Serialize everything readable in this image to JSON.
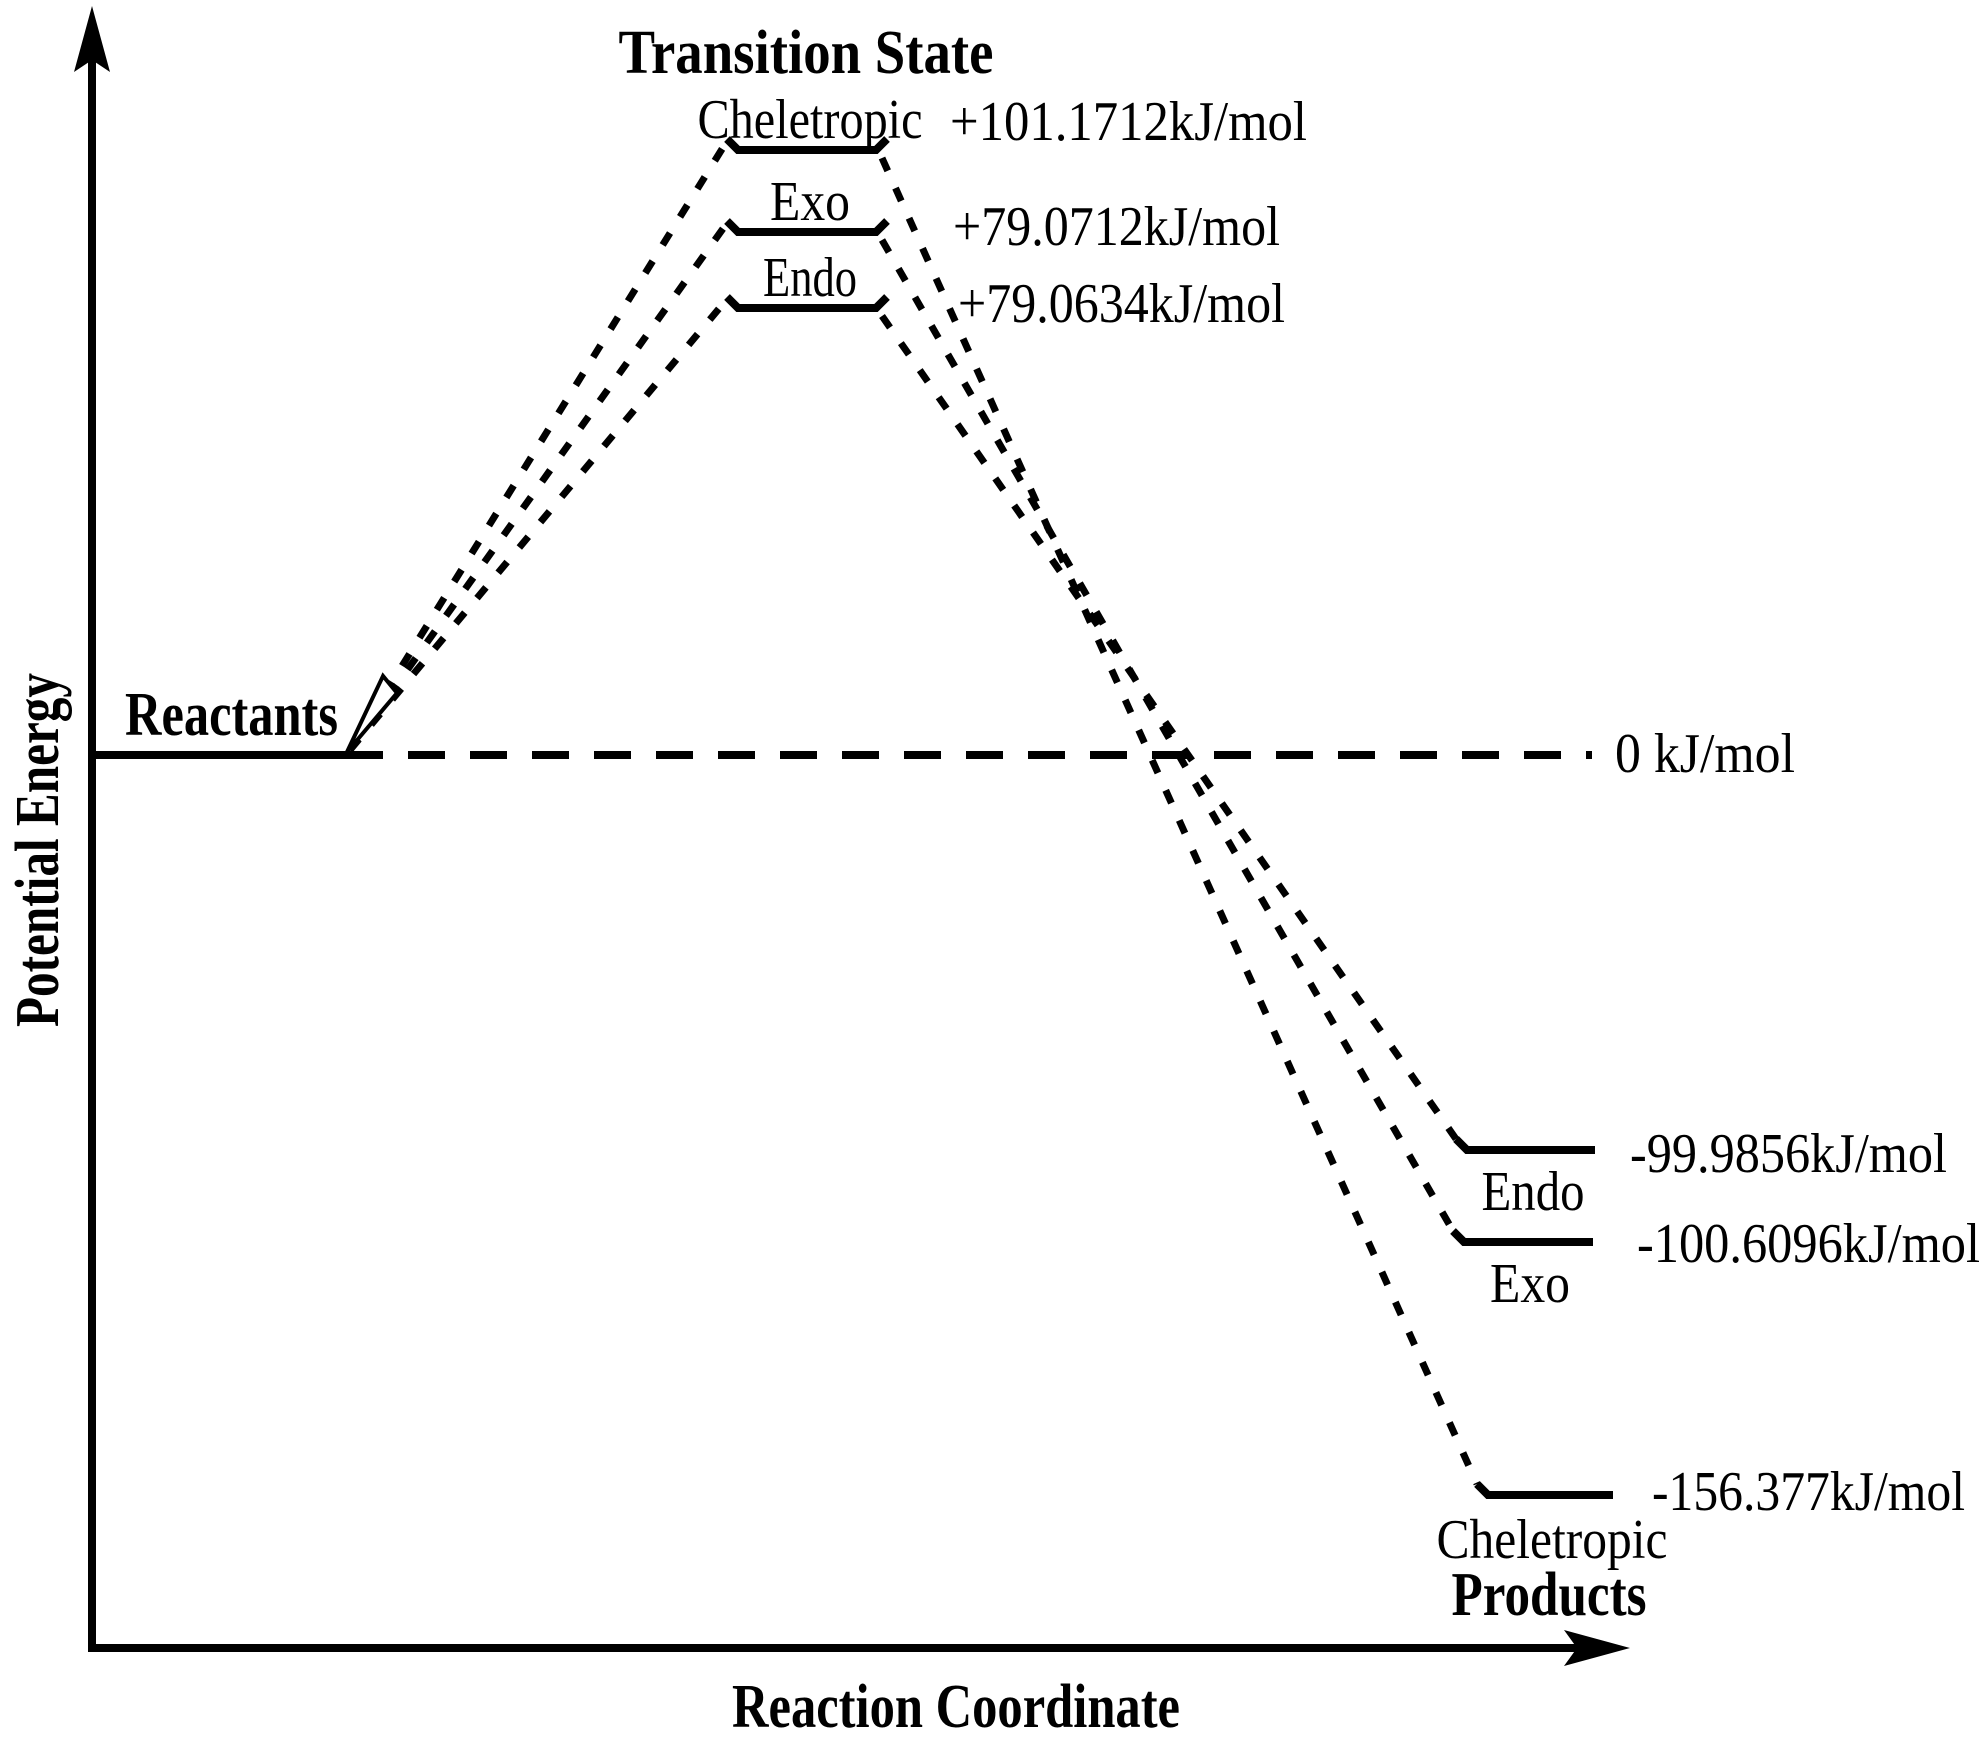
{
  "colors": {
    "ink": "#000000",
    "background": "#ffffff"
  },
  "labels": {
    "transition_state_heading": "Transition State",
    "reactants": "Reactants",
    "products": "Products",
    "zero_reference": "0 kJ/mol",
    "x_axis": "Reaction Coordinate",
    "y_axis": "Potential Energy",
    "transition_states": [
      {
        "name": "Cheletropic",
        "energy": "+101.1712kJ/mol"
      },
      {
        "name": "Exo",
        "energy": "+79.0712kJ/mol"
      },
      {
        "name": "Endo",
        "energy": "+79.0634kJ/mol"
      }
    ],
    "products_levels": [
      {
        "name": "Endo",
        "energy": "-99.9856kJ/mol"
      },
      {
        "name": "Exo",
        "energy": "-100.6096kJ/mol"
      },
      {
        "name": "Cheletropic",
        "energy": "-156.377kJ/mol"
      }
    ]
  },
  "chart_data": {
    "type": "line",
    "title": "",
    "xlabel": "Reaction Coordinate",
    "ylabel": "Potential Energy",
    "x_stages": [
      "Reactants",
      "Transition State",
      "Products"
    ],
    "reference_level_kj_mol": 0,
    "reference_label": "0 kJ/mol",
    "grid": false,
    "line_style": "dashed",
    "to_scale": false,
    "series": [
      {
        "name": "Cheletropic",
        "values_kj_mol": [
          0,
          101.1712,
          -156.377
        ]
      },
      {
        "name": "Exo",
        "values_kj_mol": [
          0,
          79.0712,
          -100.6096
        ]
      },
      {
        "name": "Endo",
        "values_kj_mol": [
          0,
          79.0634,
          -99.9856
        ]
      }
    ]
  }
}
